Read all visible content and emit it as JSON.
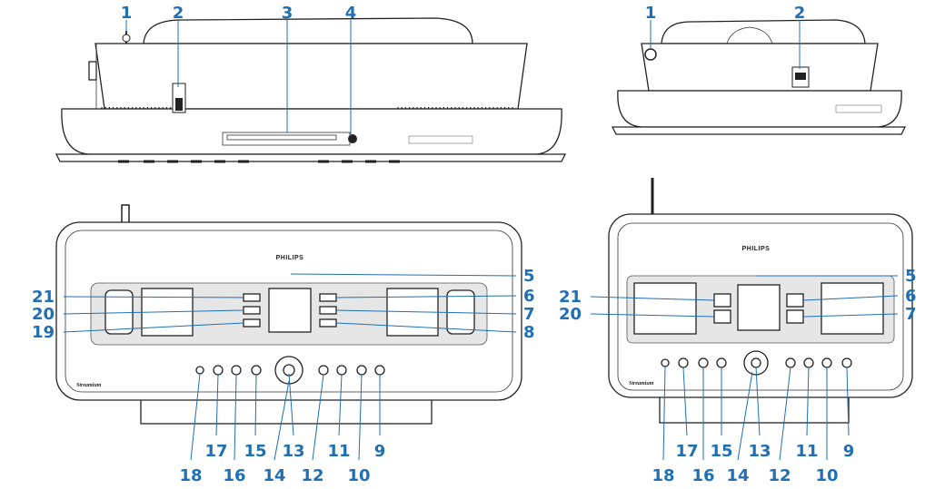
{
  "brand": "PHILIPS",
  "logo": "Streamium",
  "top_large": {
    "labels": [
      {
        "id": "top-large-label-1",
        "text": "1"
      },
      {
        "id": "top-large-label-2",
        "text": "2"
      },
      {
        "id": "top-large-label-3",
        "text": "3"
      },
      {
        "id": "top-large-label-4",
        "text": "4"
      }
    ]
  },
  "top_small": {
    "labels": [
      {
        "id": "top-small-label-1",
        "text": "1"
      },
      {
        "id": "top-small-label-2",
        "text": "2"
      }
    ]
  },
  "front_large": {
    "labels": [
      "5",
      "21",
      "20",
      "19",
      "6",
      "7",
      "8",
      "18",
      "17",
      "16",
      "15",
      "14",
      "13",
      "12",
      "11",
      "10",
      "9"
    ]
  },
  "front_small": {
    "labels": [
      "5",
      "21",
      "20",
      "6",
      "7",
      "18",
      "17",
      "16",
      "15",
      "14",
      "13",
      "12",
      "11",
      "10",
      "9"
    ]
  }
}
